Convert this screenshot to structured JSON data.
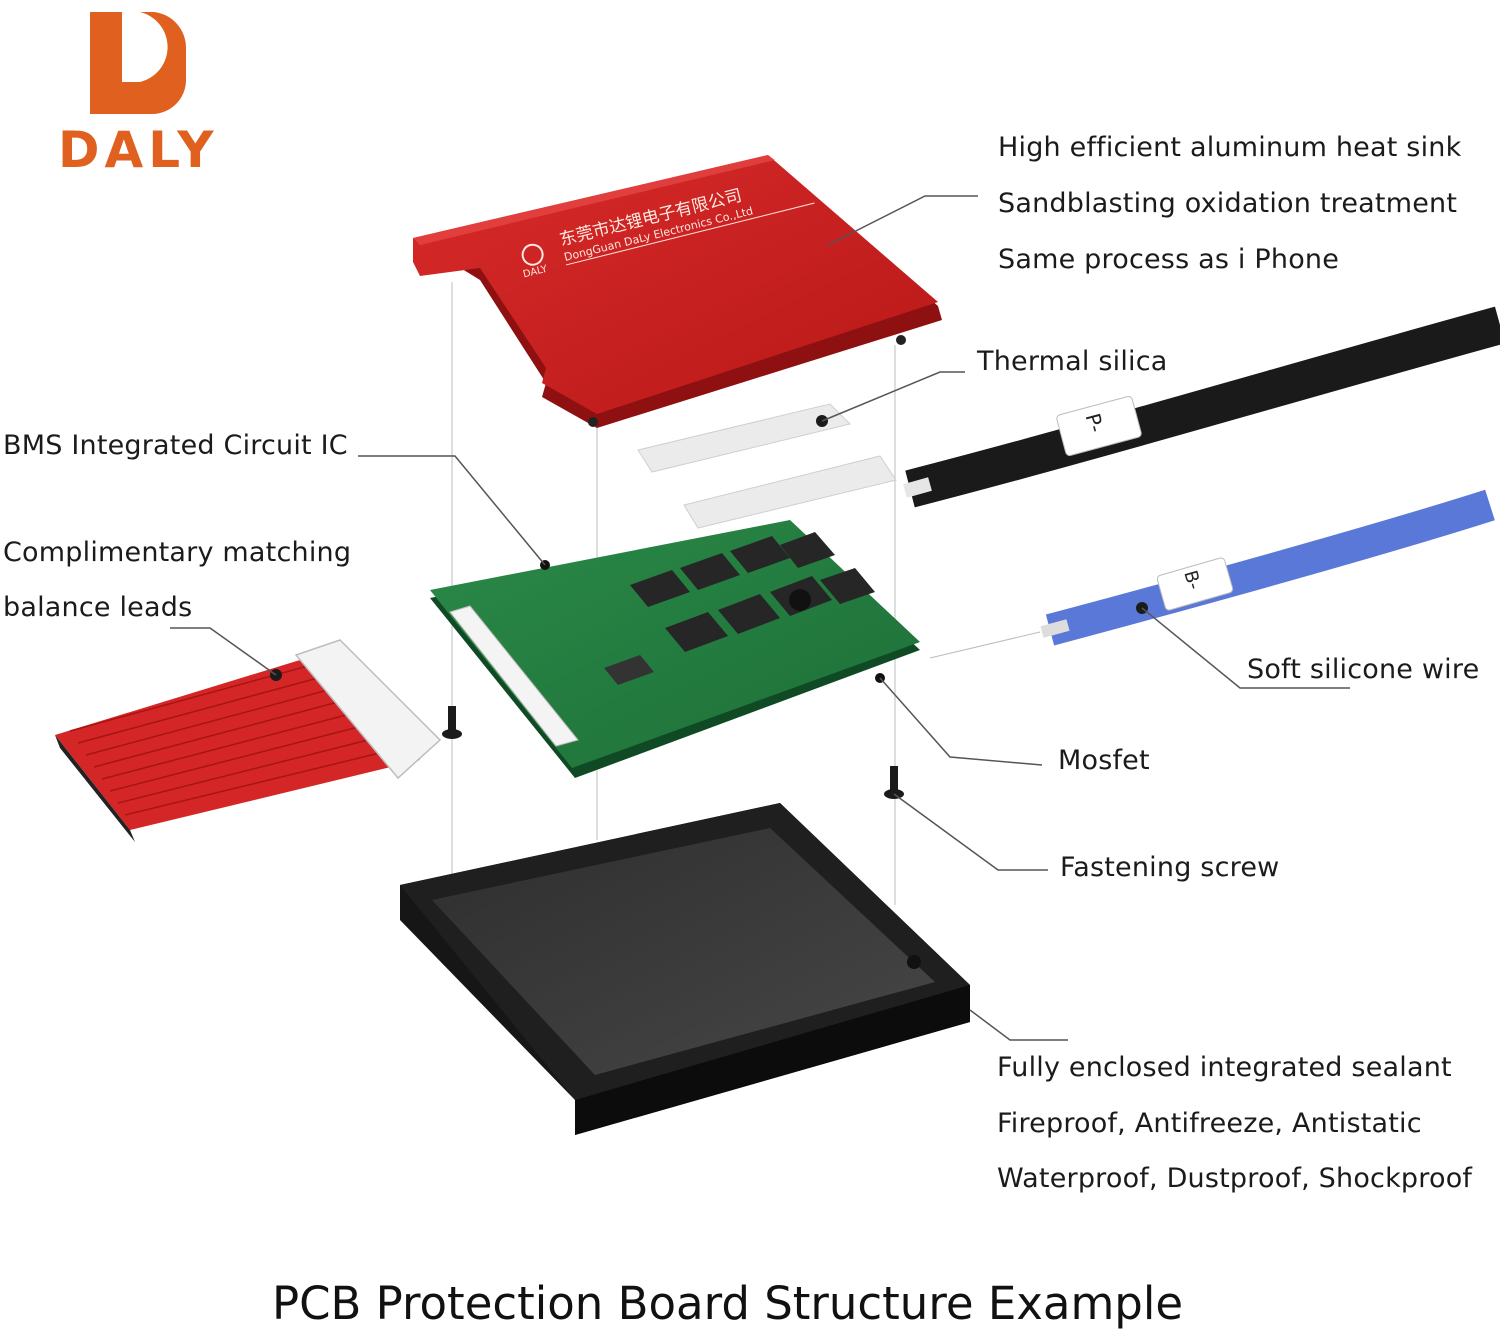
{
  "brand": {
    "name": "DALY",
    "color": "#e0611f"
  },
  "cover": {
    "color": "#c81e1e",
    "chinese_text": "东莞市达锂电子有限公司",
    "english_text": "DongGuan DaLy Electronics Co.,Ltd",
    "logo_text": "DALY"
  },
  "wire_tags": {
    "positive": "P-",
    "negative": "B-"
  },
  "labels": {
    "heat_sink": [
      "High efficient aluminum heat sink",
      "Sandblasting oxidation treatment",
      "Same process as i Phone"
    ],
    "thermal": "Thermal silica",
    "bms_ic": "BMS Integrated Circuit IC",
    "balance": [
      "Complimentary matching",
      "balance leads"
    ],
    "wire": "Soft silicone wire",
    "mosfet": "Mosfet",
    "screw": "Fastening screw",
    "sealant": [
      "Fully enclosed integrated sealant",
      "Fireproof, Antifreeze, Antistatic",
      "Waterproof, Dustproof, Shockproof"
    ]
  },
  "caption": "PCB Protection Board Structure Example"
}
